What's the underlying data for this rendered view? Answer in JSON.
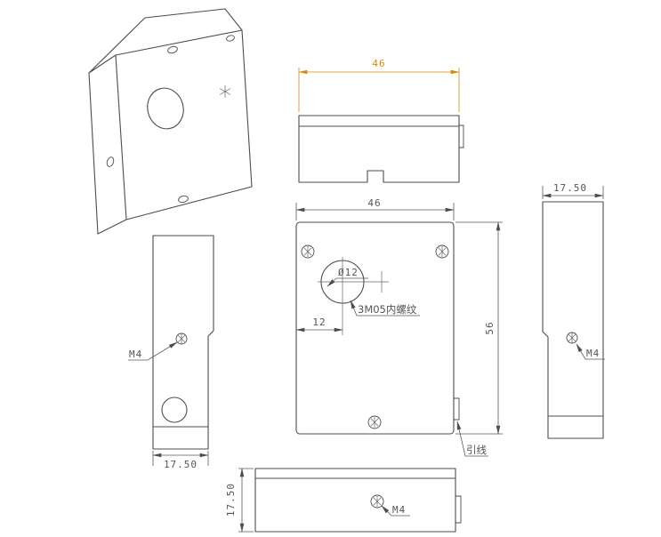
{
  "colors": {
    "line": "#4d4d4d",
    "dimension_text": "#555555",
    "accent_dimension": "#d8870f",
    "background": "#ffffff"
  },
  "views": {
    "top": {
      "width_dim": "46"
    },
    "front": {
      "width_dim": "46",
      "height_dim": "56",
      "hole_diameter_label": "Ø12",
      "hole_offset_dim": "12",
      "thread_note": "3M05内螺纹",
      "lead_wire_label": "引线"
    },
    "left_side": {
      "thread_label": "M4",
      "width_dim": "17.50"
    },
    "right_side": {
      "width_dim": "17.50",
      "thread_label": "M4"
    },
    "bottom": {
      "width_dim": "17.50",
      "thread_label": "M4"
    }
  }
}
